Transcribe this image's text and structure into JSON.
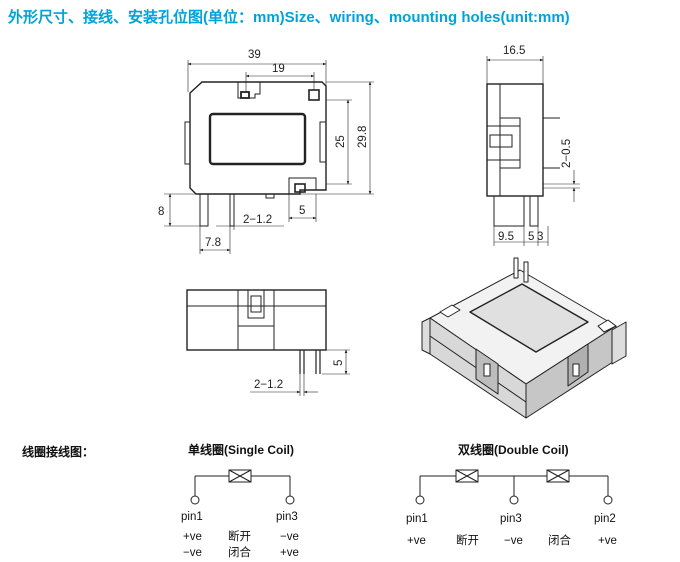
{
  "header": {
    "title": "外形尺寸、接线、安装孔位图(单位：mm)Size、wiring、mounting holes(unit:mm)"
  },
  "front_view": {
    "dim_width": "39",
    "dim_inner": "19",
    "dim_height": "29.8",
    "dim_inner_height": "25",
    "dim_pin_len": "8",
    "dim_pin_pos": "7.8",
    "dim_pin_width": "2−1.2",
    "dim_tab": "5"
  },
  "side_view": {
    "dim_depth": "16.5",
    "dim_slot": "2−0.5",
    "dim_a": "9.5",
    "dim_b": "5",
    "dim_c": "3"
  },
  "bottom_view": {
    "dim_pin_len": "5",
    "dim_pin_width": "2−1.2"
  },
  "wiring": {
    "label": "线圈接线图：",
    "single": {
      "title": "单线圈(Single Coil)",
      "pin_left": "pin1",
      "pin_right": "pin3",
      "row1": [
        "+ve",
        "断开",
        "−ve"
      ],
      "row2": [
        "−ve",
        "闭合",
        "+ve"
      ]
    },
    "double": {
      "title": "双线圈(Double Coil)",
      "pins": [
        "pin1",
        "pin3",
        "pin2"
      ],
      "row": [
        "+ve",
        "断开",
        "−ve",
        "闭合",
        "+ve"
      ]
    }
  }
}
